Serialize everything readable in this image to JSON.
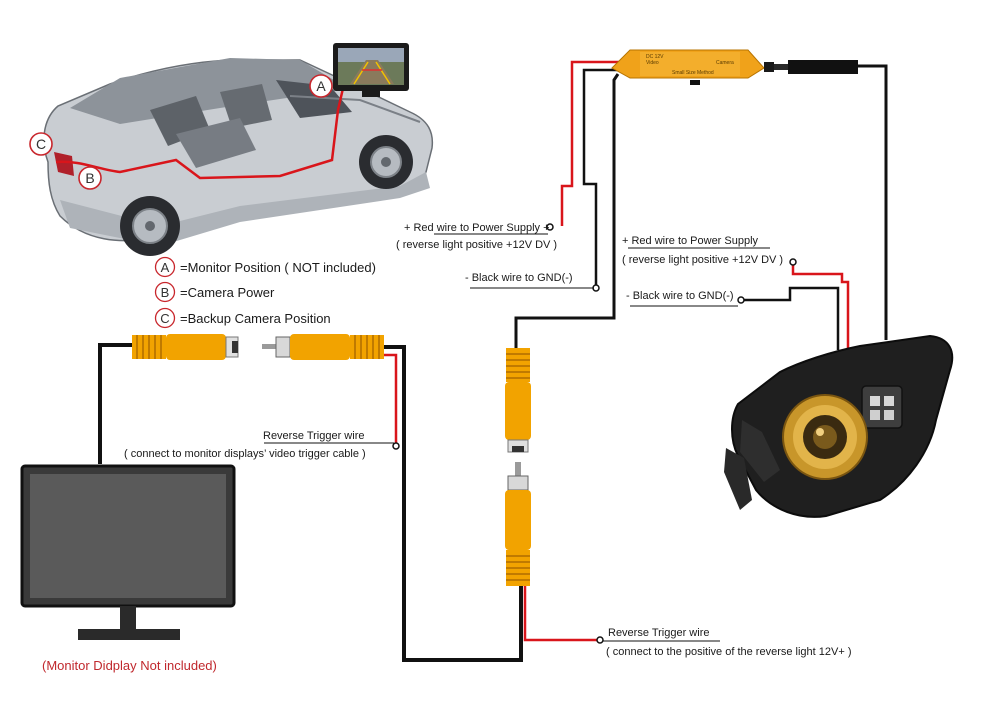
{
  "legend": {
    "a": {
      "letter": "A",
      "text": "=Monitor Position ( NOT included)"
    },
    "b": {
      "letter": "B",
      "text": "=Camera Power"
    },
    "c": {
      "letter": "C",
      "text": "=Backup Camera Position"
    }
  },
  "car_markers": {
    "a": "A",
    "b": "B",
    "c": "C"
  },
  "labels": {
    "red_power_1": "+ Red wire to Power Supply +",
    "red_power_1_sub": "( reverse light positive  +12V DV )",
    "black_gnd_1": "- Black wire to GND(-)",
    "red_power_2": "+ Red wire to Power Supply",
    "red_power_2_sub": "( reverse light positive  +12V DV )",
    "black_gnd_2": "- Black wire to GND(-)",
    "trigger_1": "Reverse Trigger wire",
    "trigger_1_sub": "( connect to monitor displays’ video trigger cable )",
    "trigger_2": "Reverse Trigger wire",
    "trigger_2_sub": "( connect to the positive of the reverse light 12V+ )"
  },
  "module_text": {
    "line1": "DC 12V",
    "line2": "Video",
    "line3": "Camera",
    "line4": "Small Size Method"
  },
  "monitor_note": "(Monitor Didplay Not included)",
  "colors": {
    "wire_black": "#111111",
    "wire_red": "#d9151b",
    "rca_orange": "#f2a300",
    "module_orange": "#f0a21a",
    "marker_red": "#c8262c",
    "note_red": "#c0282d",
    "camera_gold": "#c8962a"
  }
}
